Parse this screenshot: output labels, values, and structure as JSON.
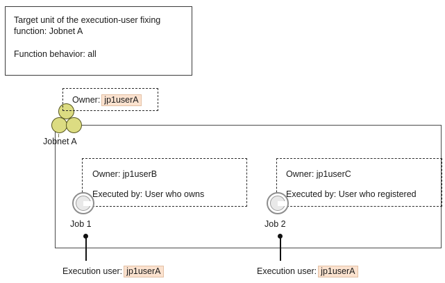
{
  "diagram": {
    "title_box": {
      "line1": "Target unit of the execution-user fixing",
      "line2": "function: Jobnet A",
      "line3": "Function behavior: all"
    },
    "jobnet": {
      "icon_name": "jobnet-icon",
      "label": "Jobnet A",
      "owner_box": {
        "label": "Owner:",
        "value": "jp1userA"
      }
    },
    "jobs": [
      {
        "label": "Job 1",
        "icon_name": "job-icon",
        "owner_label": "Owner:",
        "owner_value": "jp1userB",
        "executed_by_label": "Executed by:",
        "executed_by_value": "User who owns",
        "execution_user_label": "Execution user:",
        "execution_user_value": "jp1userA"
      },
      {
        "label": "Job 2",
        "icon_name": "job-icon",
        "owner_label": "Owner:",
        "owner_value": "jp1userC",
        "executed_by_label": "Executed by:",
        "executed_by_value": "User who registered",
        "execution_user_label": "Execution user:",
        "execution_user_value": "jp1userA"
      }
    ],
    "colors": {
      "jobnet_circle_fill": "#dcdc82",
      "jobnet_circle_stroke": "#55551e",
      "job_ring_stroke": "#8d8d8d",
      "job_inner_fill": "#e9e9e9",
      "highlight_fill": "#fbe2cf",
      "highlight_border": "#e3c0a4",
      "line": "#4a4a4a",
      "box_border": "#3a3a3a"
    }
  }
}
